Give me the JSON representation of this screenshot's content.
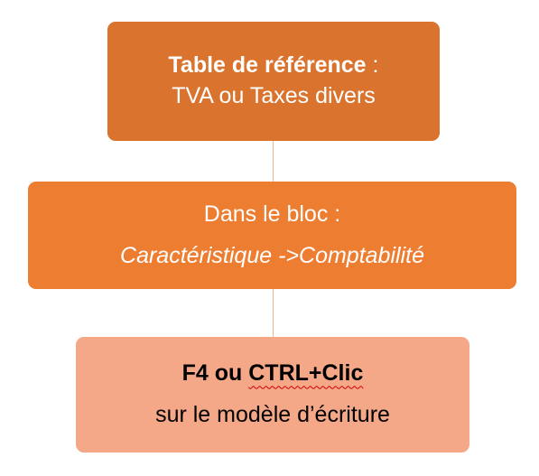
{
  "box1": {
    "title_bold": "Table de référence",
    "title_rest": " :",
    "subtitle": "TVA ou Taxes divers"
  },
  "box2": {
    "line1": "Dans le bloc :",
    "line2": "Caractéristique ->Comptabilité"
  },
  "box3": {
    "key_prefix": "F4 ou ",
    "key_ctrl": "CTRL+Clic",
    "line2": "sur le modèle d’écriture"
  },
  "colors": {
    "box1": "#d9732d",
    "box2": "#ed7d31",
    "box3": "#f4a888",
    "connector": "#f2b38f",
    "spellcheck": "#d00000"
  }
}
